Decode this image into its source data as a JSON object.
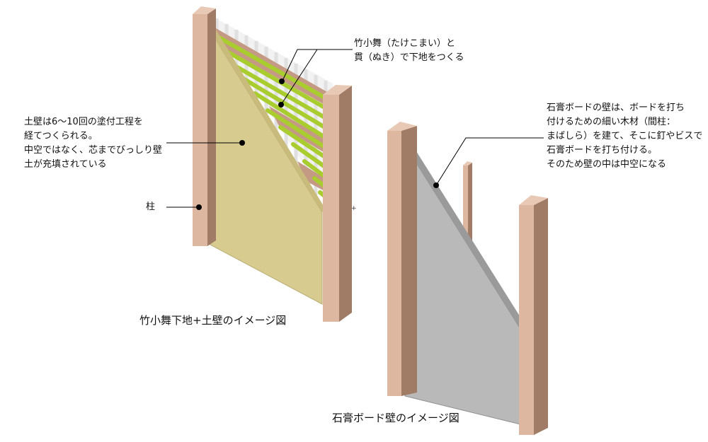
{
  "annotations": {
    "lattice": {
      "lines": [
        "竹小舞（たけこまい）と",
        "貫（ぬき）で下地をつくる"
      ]
    },
    "earth_wall": {
      "lines": [
        "土壁は6～10回の塗付工程を",
        "経てつくられる。",
        "中空ではなく、芯までびっしり壁",
        "土が充填されている"
      ]
    },
    "pillar": {
      "label": "柱"
    },
    "gypsum": {
      "lines": [
        "石膏ボードの壁は、ボードを打ち",
        "付けるための細い木材（間柱：",
        "まばしら）を建て、そこに釘やビスで",
        "石膏ボードを打ち付ける。",
        "そのため壁の中は中空になる"
      ]
    }
  },
  "captions": {
    "earth_wall": "竹小舞下地+土壁のイメージ図",
    "gypsum_wall": "石膏ボード壁のイメージ図"
  },
  "colors": {
    "pillar_front": "#ddb79f",
    "pillar_side": "#a07b66",
    "pillar_top": "#e8c9b5",
    "mud_plaster": "#d8cb8f",
    "nuki_board": "#c49a84",
    "bamboo": "#a9cc2e",
    "lattice_white": "#f2f2f2",
    "gypsum_board": "#b9b9b9",
    "gypsum_edge": "#9a9a9a",
    "leader": "#000000"
  }
}
